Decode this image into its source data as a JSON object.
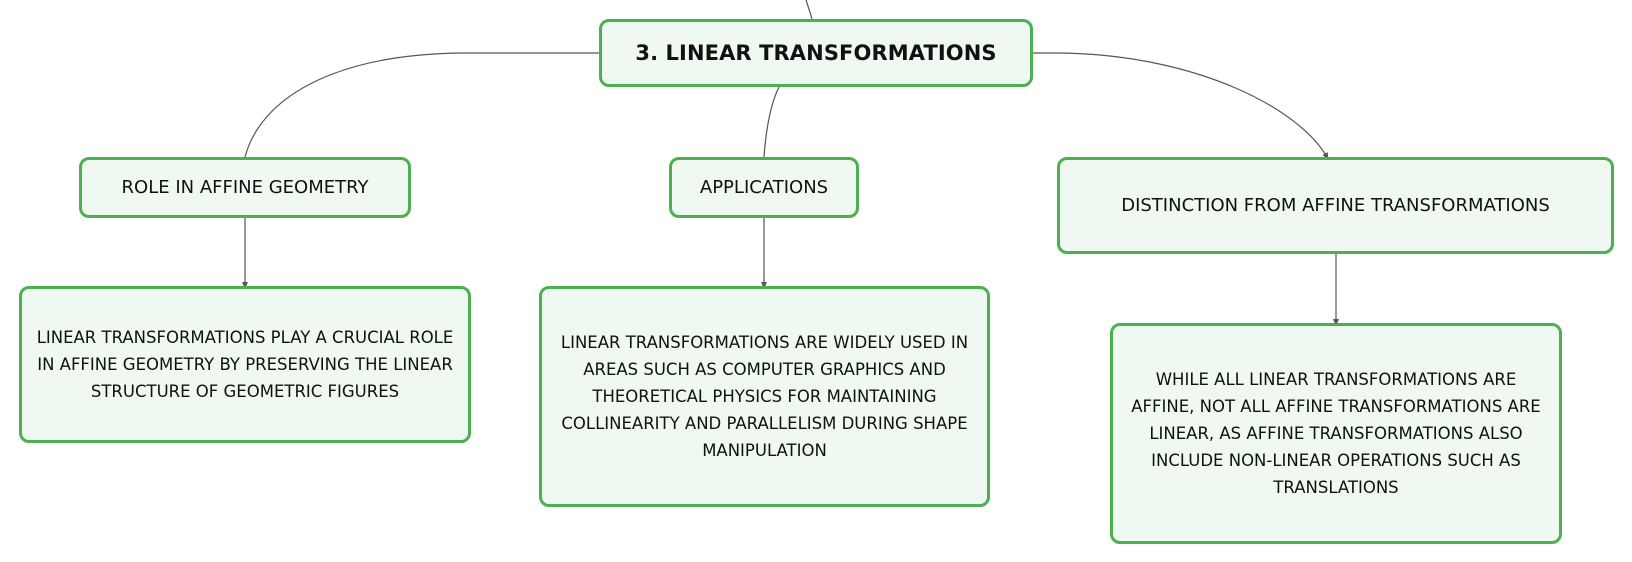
{
  "mindmap": {
    "root": {
      "label": "3. LINEAR TRANSFORMATIONS"
    },
    "branches": [
      {
        "label": "ROLE IN AFFINE GEOMETRY",
        "detail": "LINEAR TRANSFORMATIONS PLAY A CRUCIAL ROLE IN AFFINE GEOMETRY BY PRESERVING THE LINEAR STRUCTURE OF GEOMETRIC FIGURES"
      },
      {
        "label": "APPLICATIONS",
        "detail": "LINEAR TRANSFORMATIONS ARE WIDELY USED IN AREAS SUCH AS COMPUTER GRAPHICS AND THEORETICAL PHYSICS FOR MAINTAINING COLLINEARITY AND PARALLELISM DURING SHAPE MANIPULATION"
      },
      {
        "label": "DISTINCTION FROM AFFINE TRANSFORMATIONS",
        "detail": "WHILE ALL LINEAR TRANSFORMATIONS ARE AFFINE, NOT ALL AFFINE TRANSFORMATIONS ARE LINEAR, AS AFFINE TRANSFORMATIONS ALSO INCLUDE NON-LINEAR OPERATIONS SUCH AS TRANSLATIONS"
      }
    ]
  },
  "colors": {
    "node_border": "#4caf50",
    "node_fill": "#eff8f1",
    "connector": "#555555",
    "text": "#111111"
  }
}
